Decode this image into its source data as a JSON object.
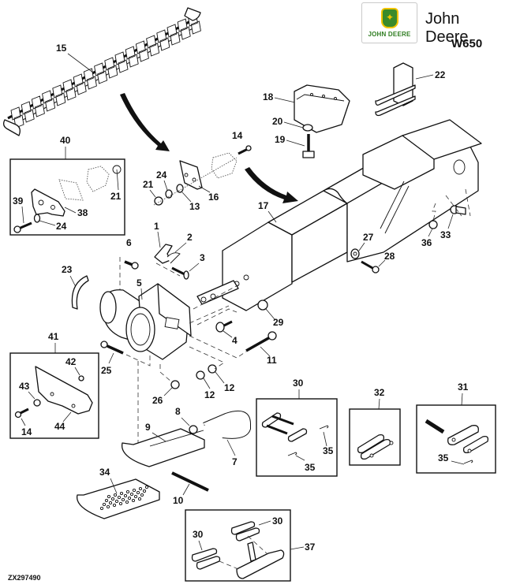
{
  "header": {
    "logo_text": "JOHN DEERE",
    "logo_icon": "leaping-deer-icon",
    "brand": "John Deere",
    "model": "W650"
  },
  "colors": {
    "logo_green": "#3a8a2a",
    "logo_yellow": "#f2c400",
    "line": "#111111"
  },
  "reference_code": "ZX297490",
  "callouts": {
    "c1": "1",
    "c2": "2",
    "c3": "3",
    "c4": "4",
    "c5": "5",
    "c6": "6",
    "c7": "7",
    "c8": "8",
    "c9": "9",
    "c10": "10",
    "c11": "11",
    "c12a": "12",
    "c12b": "12",
    "c13": "13",
    "c14a": "14",
    "c14b": "14",
    "c15": "15",
    "c16": "16",
    "c17": "17",
    "c18": "18",
    "c19": "19",
    "c20": "20",
    "c21a": "21",
    "c21b": "21",
    "c22": "22",
    "c23": "23",
    "c24a": "24",
    "c24b": "24",
    "c25": "25",
    "c26": "26",
    "c27": "27",
    "c28": "28",
    "c29": "29",
    "c30a": "30",
    "c30b": "30",
    "c30c": "30",
    "c31": "31",
    "c32": "32",
    "c33": "33",
    "c34": "34",
    "c35a": "35",
    "c35b": "35",
    "c35c": "35",
    "c36": "36",
    "c37": "37",
    "c38": "38",
    "c39": "39",
    "c40": "40",
    "c41": "41",
    "c42": "42",
    "c43": "43",
    "c44": "44"
  },
  "inset_boxes": [
    {
      "id": "40",
      "contains": [
        "21",
        "24",
        "38",
        "39"
      ]
    },
    {
      "id": "41",
      "contains": [
        "14",
        "42",
        "43",
        "44"
      ]
    },
    {
      "id": "30",
      "contains": [
        "35",
        "35"
      ]
    },
    {
      "id": "32",
      "contains": []
    },
    {
      "id": "31",
      "contains": [
        "35"
      ]
    },
    {
      "id": "37",
      "contains": [
        "30",
        "30"
      ]
    }
  ]
}
